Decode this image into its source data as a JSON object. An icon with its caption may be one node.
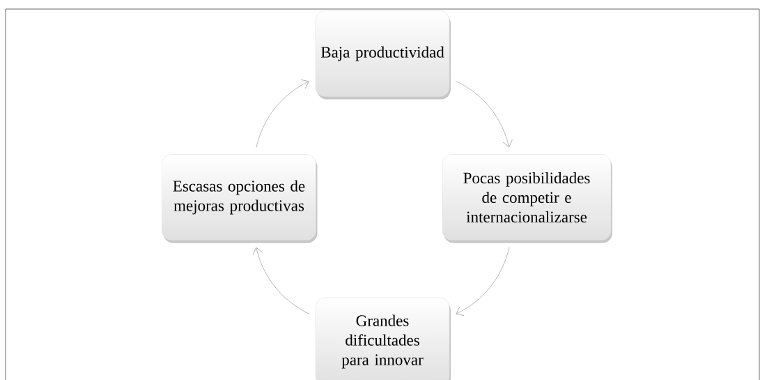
{
  "diagram": {
    "nodes": [
      {
        "text": [
          "Baja productividad"
        ]
      },
      {
        "text": [
          "Pocas posibilidades de competir e internacionalizarse"
        ]
      },
      {
        "text": [
          "Grandes dificultades para innovar"
        ]
      },
      {
        "text": [
          "Escasas opciones de mejoras productivas"
        ]
      }
    ],
    "edges": [
      {
        "from": 0,
        "to": 1,
        "arrow": "to"
      },
      {
        "from": 1,
        "to": 2,
        "arrow": "to"
      },
      {
        "from": 2,
        "to": 3,
        "arrow": "to"
      },
      {
        "from": 3,
        "to": 0,
        "arrow": "to"
      }
    ]
  }
}
